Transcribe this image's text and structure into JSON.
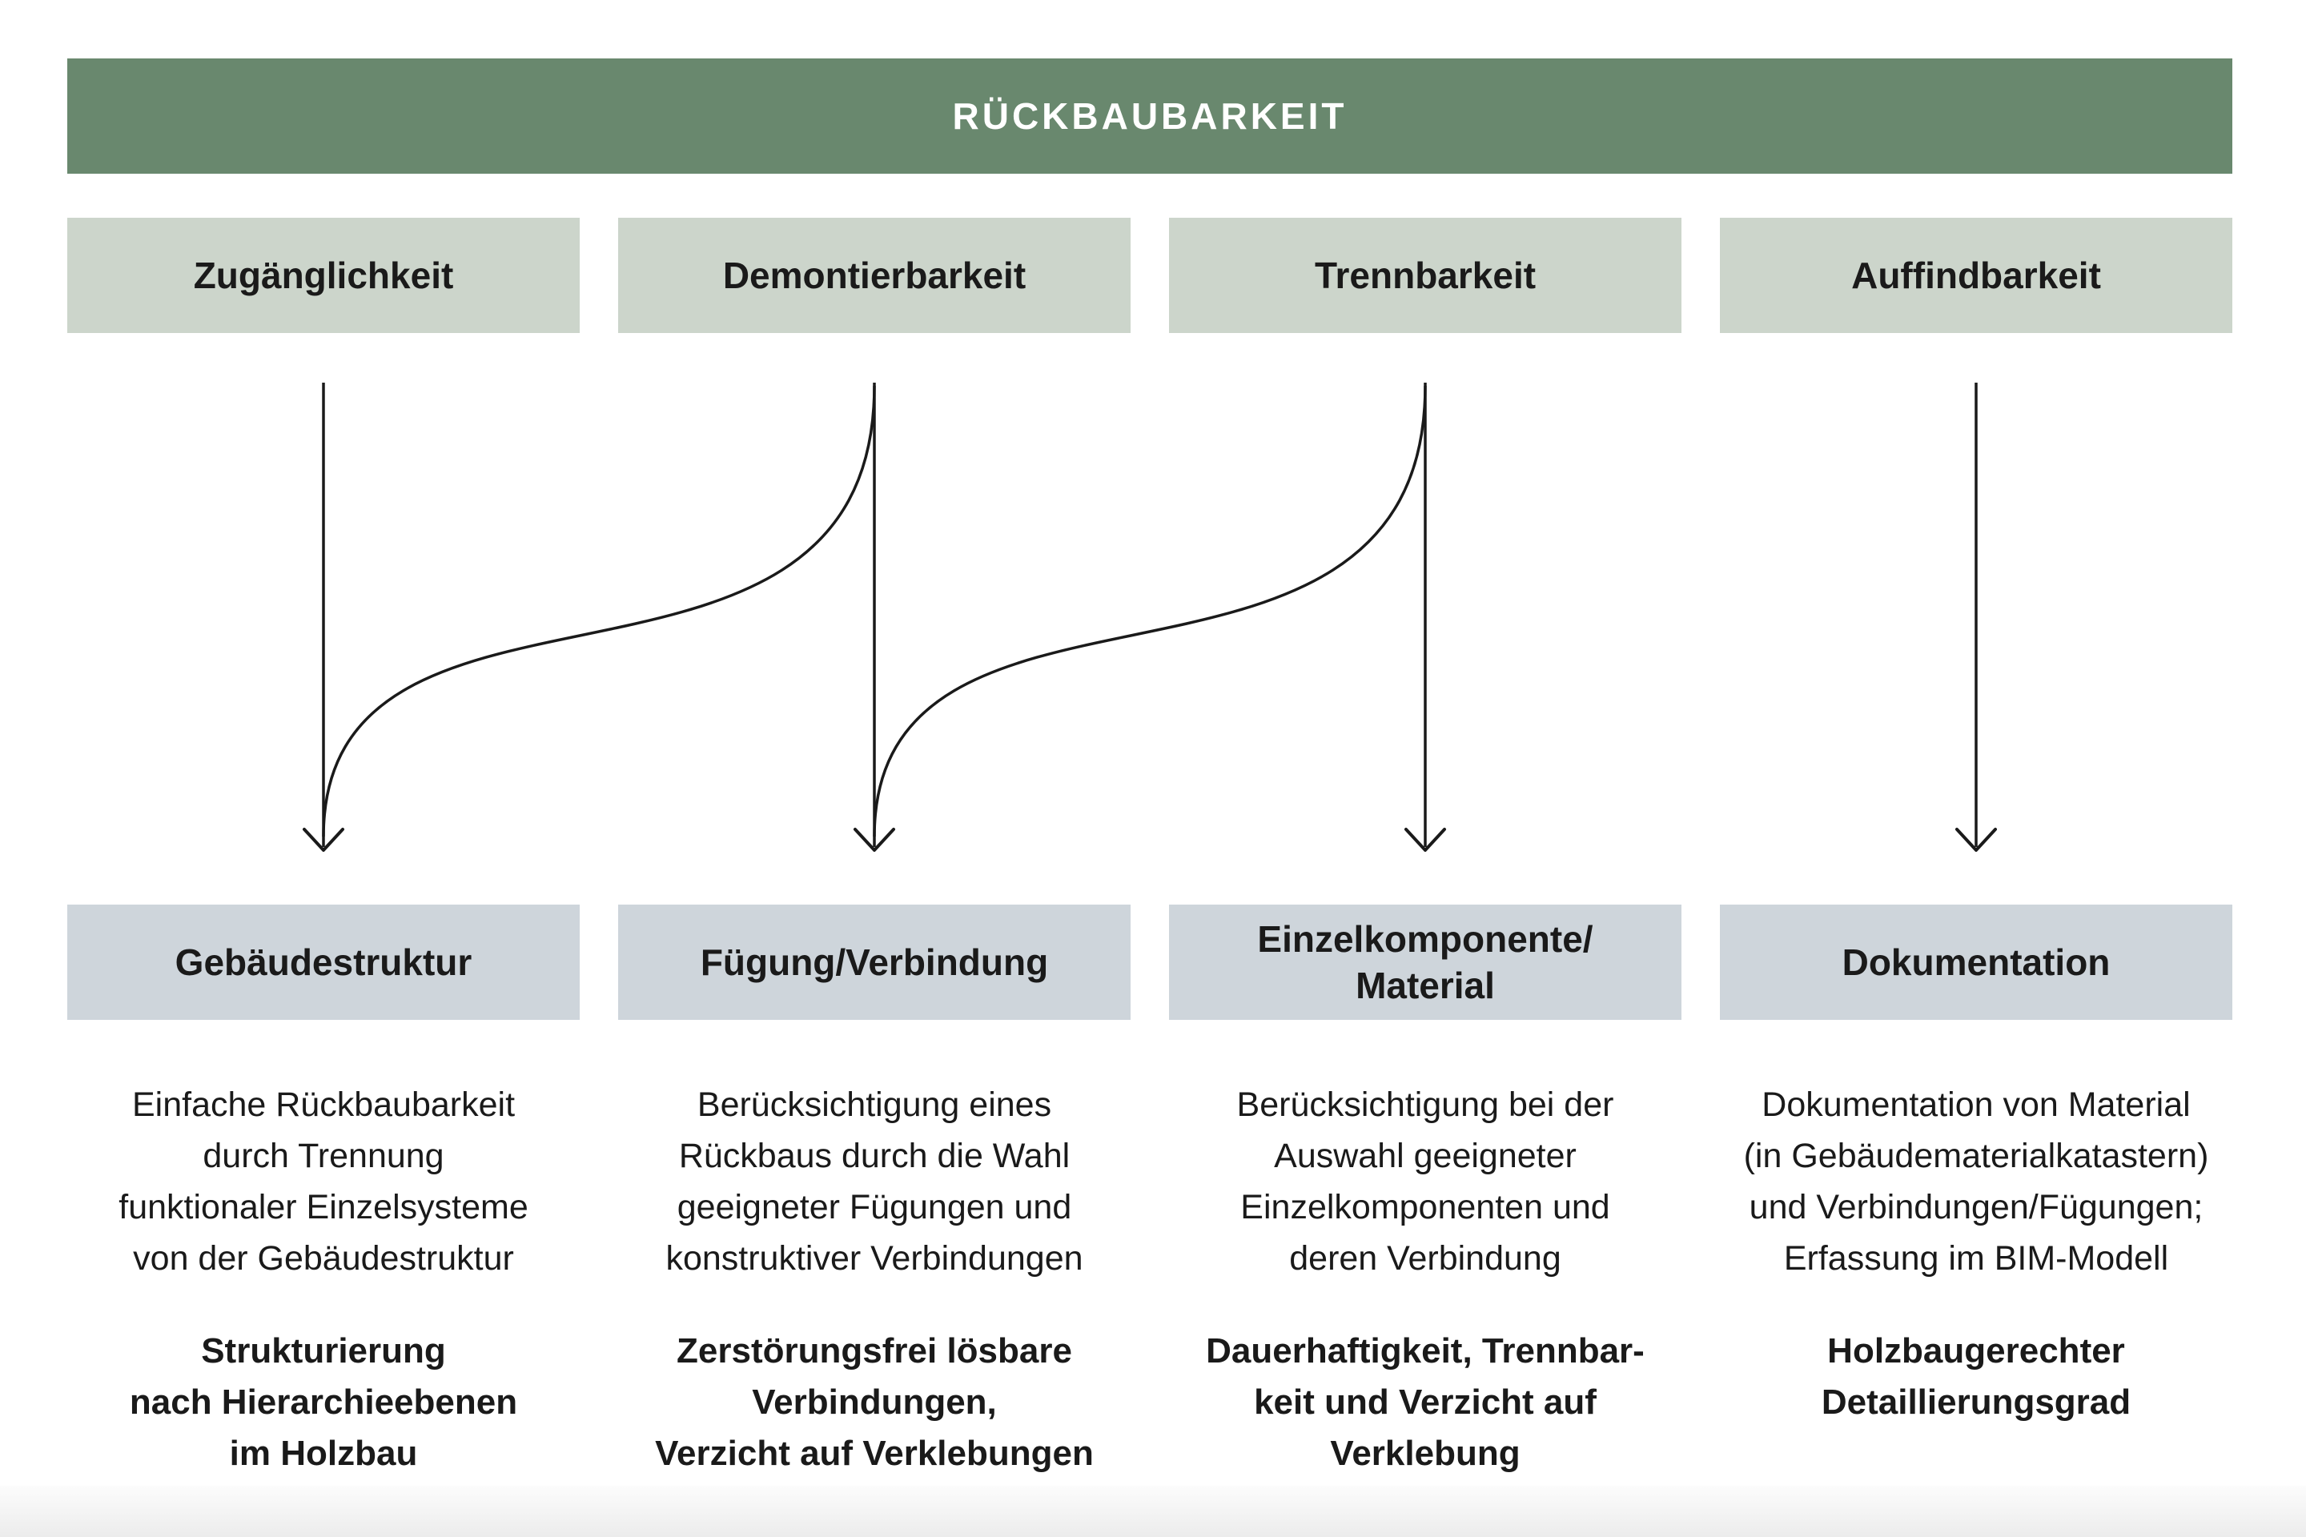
{
  "title": "RÜCKBAUBARKEIT",
  "colors": {
    "header_bar_green": "#69886e",
    "criteria_box_sage": "#ccd5cb",
    "level_box_bluegray": "#ced5db",
    "text": "#1a1a1a",
    "arrow": "#1a1a1a"
  },
  "columns": [
    {
      "header": "Zugänglichkeit",
      "target": [
        "Gebäudestruktur"
      ],
      "description": [
        "Einfache Rückbaubarkeit",
        "durch Trennung",
        "funktionaler Einzelsysteme",
        "von der Gebäudestruktur"
      ],
      "emphasis": [
        "Strukturierung",
        "nach Hierarchieebenen",
        "im Holzbau"
      ]
    },
    {
      "header": "Demontierbarkeit",
      "target": [
        "Fügung/Verbindung"
      ],
      "description": [
        "Berücksichtigung eines",
        "Rückbaus durch die Wahl",
        "geeigneter Fügungen und",
        "konstruktiver Verbindungen"
      ],
      "emphasis": [
        "Zerstörungsfrei lösbare",
        "Verbindungen,",
        "Verzicht auf Verklebungen"
      ]
    },
    {
      "header": "Trennbarkeit",
      "target": [
        "Einzelkomponente/",
        "Material"
      ],
      "description": [
        "Berücksichtigung bei der",
        "Auswahl geeigneter",
        "Einzelkomponenten und",
        "deren Verbindung"
      ],
      "emphasis": [
        "Dauerhaftigkeit, Trennbar-",
        "keit und Verzicht auf",
        "Verklebung"
      ]
    },
    {
      "header": "Auffindbarkeit",
      "target": [
        "Dokumentation"
      ],
      "description": [
        "Dokumentation von Material",
        "(in Gebäudematerialkatastern)",
        "und Verbindungen/Fügungen;",
        "Erfassung im BIM-Modell"
      ],
      "emphasis": [
        "Holzbaugerechter",
        "Detaillierungsgrad"
      ]
    }
  ]
}
